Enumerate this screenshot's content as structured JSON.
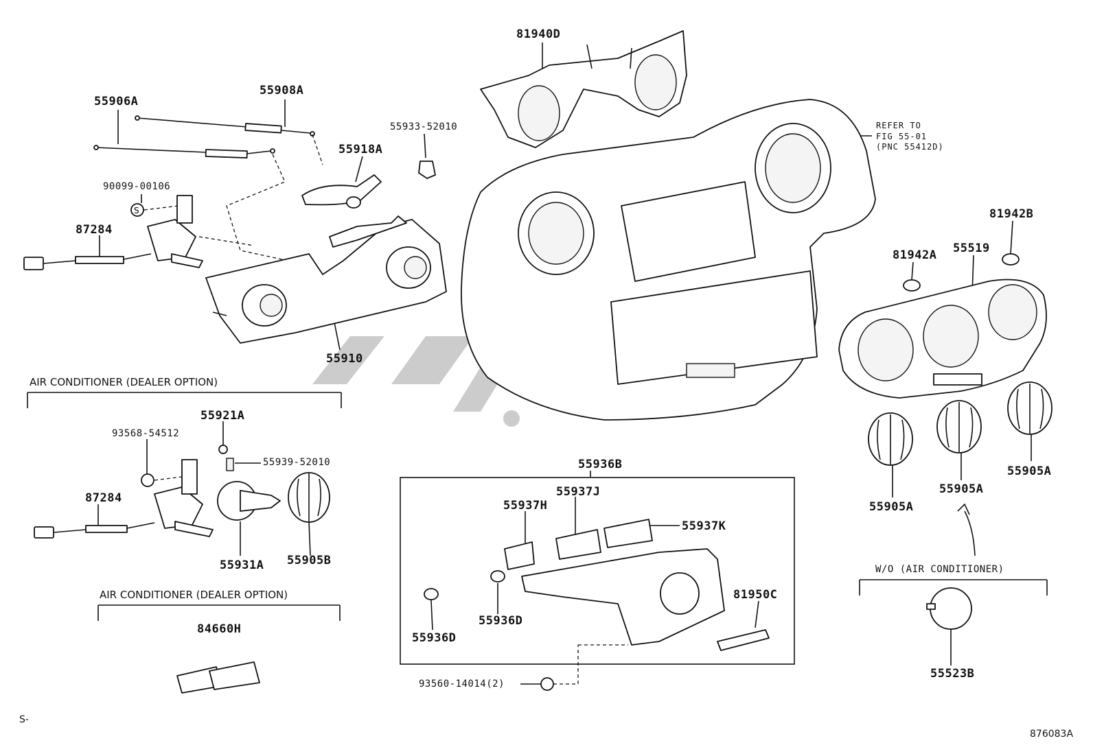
{
  "parts": {
    "p55906A": "55906A",
    "p55908A": "55908A",
    "p55918A": "55918A",
    "p90099": "90099-00106",
    "p87284_top": "87284",
    "p55910": "55910",
    "p55933": "55933-52010",
    "p81940D": "81940D",
    "p81942B": "81942B",
    "p81942A": "81942A",
    "p55519": "55519",
    "p55921A": "55921A",
    "p93568": "93568-54512",
    "p55939": "55939-52010",
    "p87284_bot": "87284",
    "p55931A": "55931A",
    "p55905B": "55905B",
    "p84660H": "84660H",
    "p55936B": "55936B",
    "p55937J": "55937J",
    "p55937H": "55937H",
    "p55937K": "55937K",
    "p55936D_a": "55936D",
    "p55936D_b": "55936D",
    "p81950C": "81950C",
    "p93560": "93560-14014(2)",
    "p55905A_a": "55905A",
    "p55905A_b": "55905A",
    "p55905A_c": "55905A",
    "p55523B": "55523B"
  },
  "refer": {
    "line1": "REFER TO",
    "line2": "FIG 55-01",
    "line3": "(PNC 55412D)"
  },
  "sections": {
    "ac_dealer_1": "AIR CONDITIONER (DEALER OPTION)",
    "ac_dealer_2": "AIR CONDITIONER (DEALER OPTION)",
    "wo_ac": "W/O (AIR CONDITIONER)"
  },
  "symbols": {
    "s": "S"
  },
  "footer": {
    "left": "S-",
    "right": "876083A"
  }
}
